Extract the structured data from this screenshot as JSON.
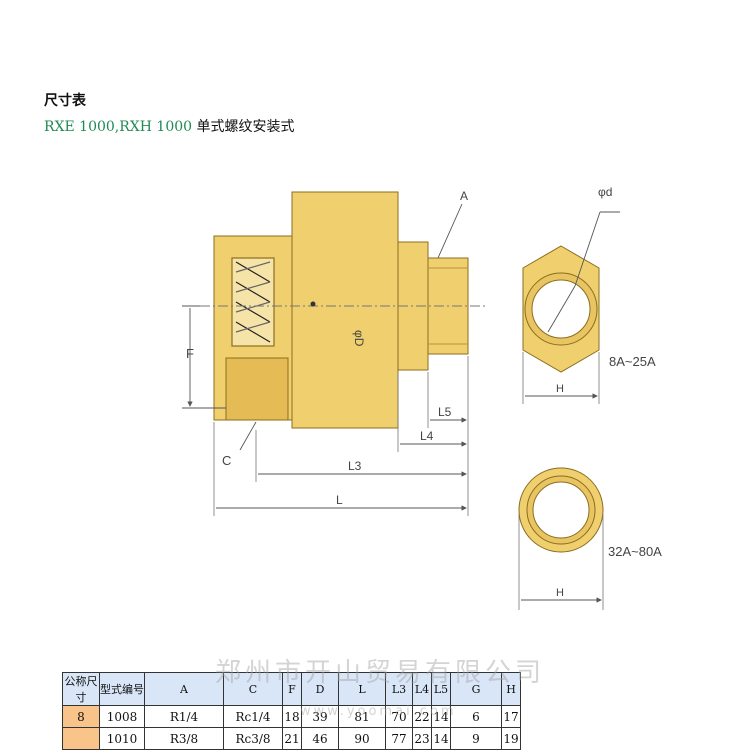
{
  "header": {
    "title": "尺寸表",
    "model_names": "RXE 1000,RXH 1000",
    "mount_type": "单式螺纹安装式"
  },
  "drawing": {
    "labels": {
      "A": "A",
      "phi_d": "φd",
      "D": "φD",
      "F": "F",
      "C": "C",
      "L5": "L5",
      "L4": "L4",
      "L3": "L3",
      "L": "L",
      "H_top": "H",
      "H_bottom": "H",
      "range_small": "8A~25A",
      "range_large": "32A~80A"
    },
    "colors": {
      "body": "#f0cf6e",
      "outline": "#8c6d1d",
      "dim": "#555555"
    }
  },
  "watermark": {
    "text": "郑州市开山贸易有限公司",
    "sub": "www.yoomai.com"
  },
  "table": {
    "headers": [
      "公称尺寸",
      "型式编号",
      "A",
      "C",
      "F",
      "D",
      "L",
      "L3",
      "L4",
      "L5",
      "G",
      "H"
    ],
    "rows": [
      [
        "8",
        "1008",
        "R1/4",
        "Rc1/4",
        "18",
        "39",
        "81",
        "70",
        "22",
        "14",
        "6",
        "17"
      ],
      [
        "",
        "1010",
        "R3/8",
        "Rc3/8",
        "21",
        "46",
        "90",
        "77",
        "23",
        "14",
        "9",
        "19"
      ]
    ]
  }
}
